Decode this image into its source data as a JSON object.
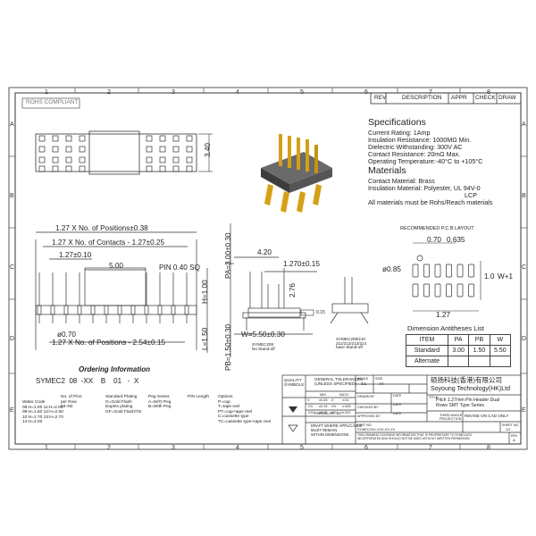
{
  "grid": {
    "columns": [
      "1",
      "2",
      "3",
      "4",
      "5",
      "6",
      "7",
      "8"
    ],
    "rows": [
      "A",
      "B",
      "C",
      "D",
      "E"
    ]
  },
  "rev_header": [
    "REV",
    "DESCRIPTION",
    "APPR",
    "CHECK",
    "DRAW"
  ],
  "rohs": "ROHS COMPLIANT",
  "specifications": {
    "title": "Specifications",
    "lines": [
      "Current Rating:  1Amp",
      "Insulation Resistance:  1000MΩ Min.",
      "Dielectric Withstanding:  300V AC",
      "Contact Resistance:  20mΩ Max.",
      "Operating Temperature:-40°C to +105°C"
    ]
  },
  "materials": {
    "title": "Materials",
    "lines": [
      "Contact Material: Brass",
      "Insulation Material: Polyester, UL 94V-0",
      "LCP",
      "All materials must be Rohs/Reach materials"
    ]
  },
  "top_view": {
    "height": "3.40"
  },
  "front_view": {
    "total": "1.27 X No. of Positions±0.38",
    "contacts": "1.27 X No. of Contacts - 1.27±0.25",
    "pitch": "1.27±0.10",
    "body": "5.00",
    "pin": "PIN  0.40  SQ",
    "h": "H=1.00",
    "l": "L=1.50",
    "pin_dia": "ø0.70",
    "bottom": "1.27 X No. of Positions - 2.54±0.15"
  },
  "side_view": {
    "pa": "PA=3.00±0.30",
    "top": "4.20",
    "pitch": "1.270±0.15",
    "h": "2.76",
    "w": "W=5.50±0.30",
    "pb": "PB=1.50±0.30",
    "flat": "0.15",
    "note1": "SYMEC208\nNo Stand-off",
    "note2": "SYMEC208/210\n211/212/213/214\nhave Stand-off"
  },
  "pcb": {
    "title": "RECOMMENDED P.C.B LAYOUT",
    "d1": "0.70",
    "d2": "0.635",
    "dia": "ø0.85",
    "w": "1.0",
    "w2": "W+1",
    "pitch": "1.27"
  },
  "dim_table": {
    "title": "Dimension Antitheses List",
    "header": [
      "ITEM",
      "PA",
      "PB",
      "W"
    ],
    "rows": [
      [
        "Standard",
        "3.00",
        "1.50",
        "5.50"
      ],
      [
        "Alternate",
        "",
        "",
        ""
      ]
    ]
  },
  "ordering": {
    "title": "Ordering Information",
    "code": "SYMEC2  08  -XX    B    01   -  X",
    "labels": [
      {
        "text": "Water Code\n08:H=1.00 11:H=2.00\n09:H=1.50 12:H=2.50\n10:H=1.70 13:H=2.70\n14:H=3.00"
      },
      {
        "text": "No. of Pins\nper Row\n03~50"
      },
      {
        "text": "Standard Plating\nG=Gold Flash\nDuplex plating\nGF=Gold Flash/Tin"
      },
      {
        "text": "Peg Series\nA=W/O Peg\nB=With Peg"
      },
      {
        "text": "PIN Length"
      },
      {
        "text": "Options\nP=cap\nT=tape reel\nPT=cap+tape reel\nC=cassette type\nTC=cassette type+tape reel"
      }
    ]
  },
  "title_block": {
    "quality": "QUALITY\nSYMBOLS",
    "tol_title": "GENERAL TOLERANCES\n(UNLESS SPECIFIED)",
    "tol_head": [
      "MM",
      "INCH"
    ],
    "tol_rows": [
      [
        "X",
        "±0.25",
        ".X",
        "±.01"
      ],
      [
        ".XX",
        "±0.15",
        ".XX",
        "±.005"
      ],
      [
        ".XXX",
        "±0.05",
        ".XXX",
        "±.002"
      ]
    ],
    "angular": "ANGULAR  ±3°",
    "draft": "DRAFT WHERE APPLICABLE\nMUST REMAIN\nWITHIN DIMENSIONS",
    "scale_lbl": "SCALE",
    "scale": "3:1",
    "size_lbl": "SIZE",
    "size": "A4",
    "company_cn": "硕扬科技(香港)有限公司",
    "company_en": "Soyoung Technology(HK)Ltd",
    "drawn": "DRAWN BY",
    "checked": "CHECKED BY",
    "approved": "APPROVED BY",
    "date": "DATE",
    "title_lbl": "TITLE",
    "title": "Pitch 1.27mm Pin Header Dual\nRows SMT Type Series",
    "projection": "THIRD ANGLE\nPROJECTION",
    "revise": "REVISE ON CAD ONLY",
    "part_lbl": "PART NO.",
    "part": "SYMEC2XX-XXX-XX-XX",
    "sheet_lbl": "SHEET NO.",
    "sheet": "1/1",
    "rev_lbl": "REV",
    "rev": "A",
    "footer": "THIS DRAWING CONTAINS INFORMATION THAT IS PROPRIETARY TO SYMEC/ATX\nINCORPORATED AND SHOULD NOT BE USED WITHOUT WRITTEN PERMISSION"
  }
}
